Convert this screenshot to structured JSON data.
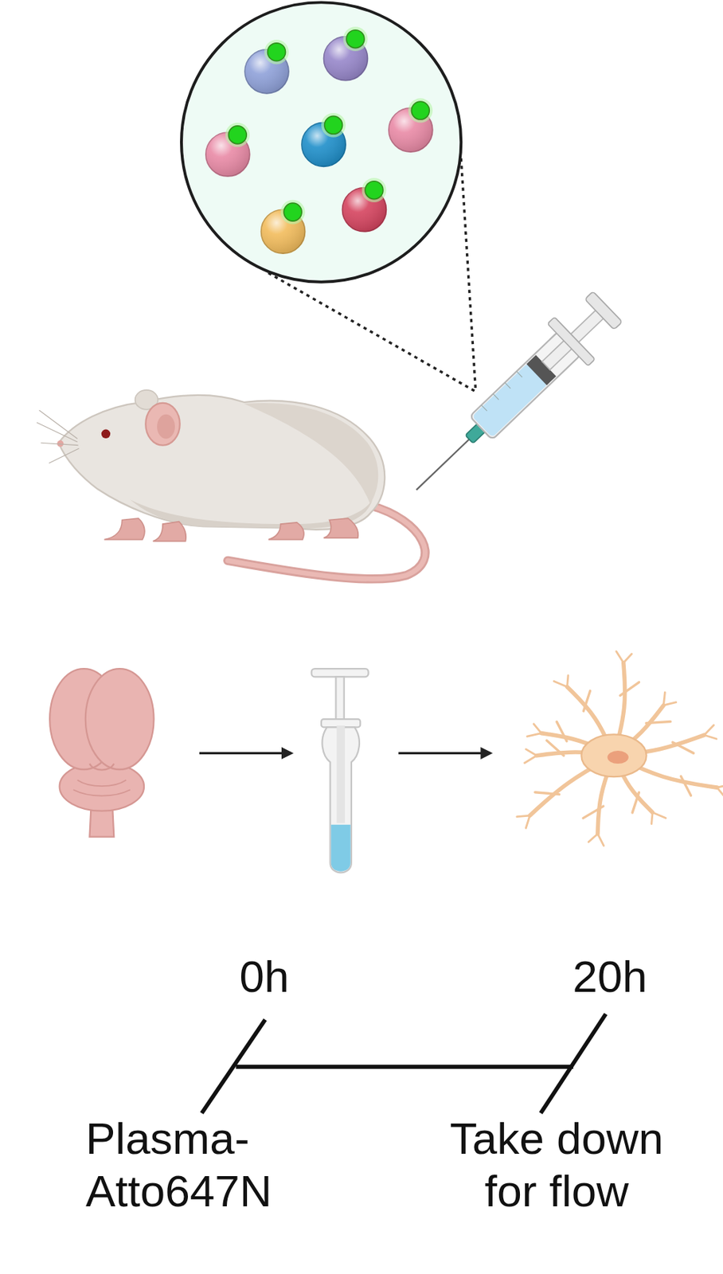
{
  "diagram": {
    "labels": [
      "0h",
      "20h",
      "Plasma- Atto647N",
      "Take down for flow"
    ]
  }
}
